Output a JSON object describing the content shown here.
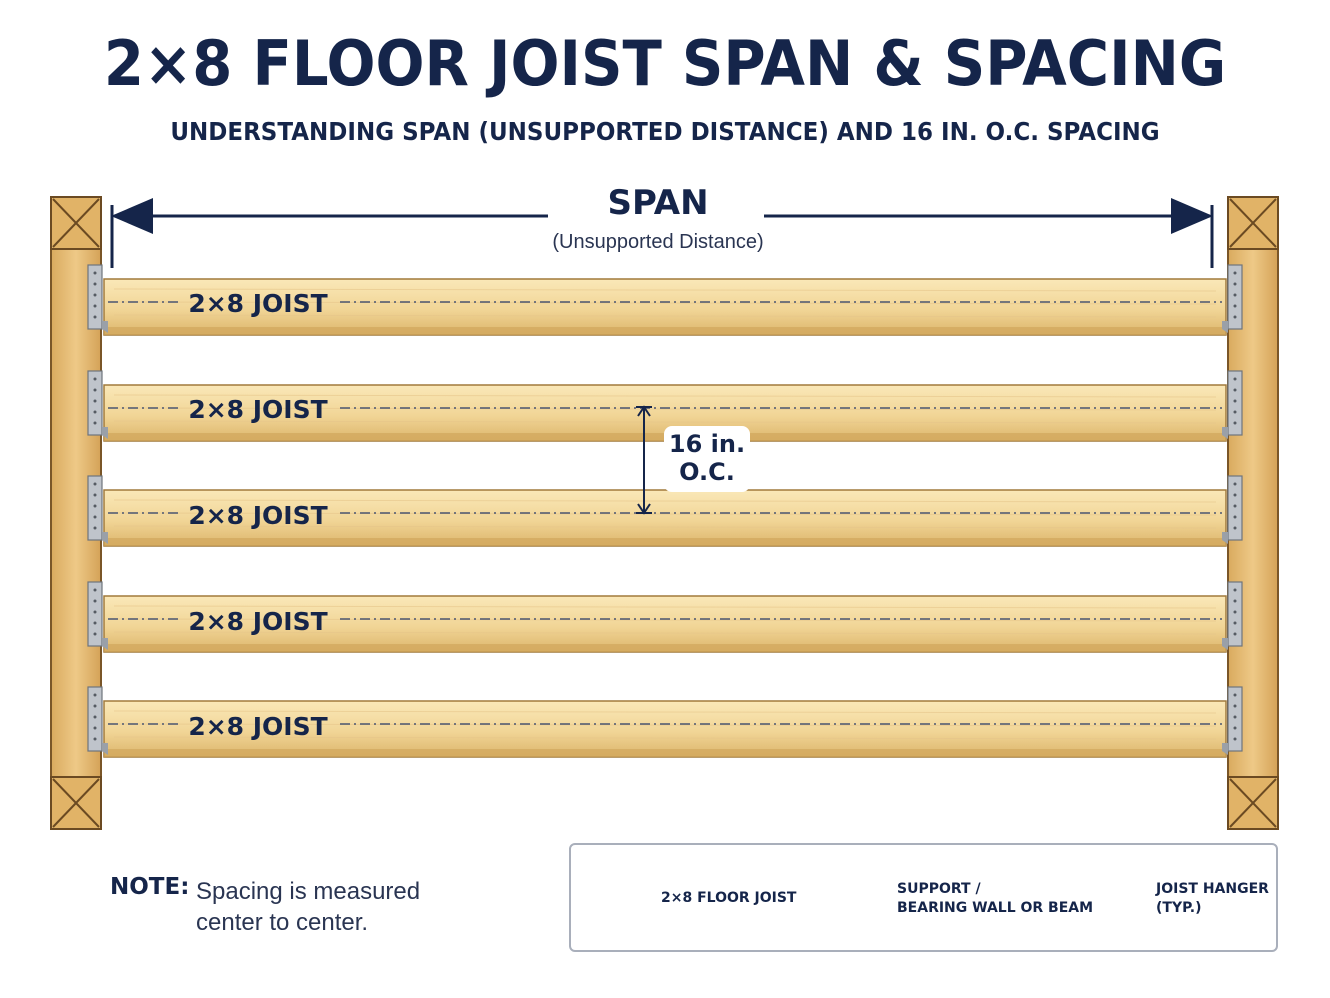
{
  "title": "2×8 FLOOR JOIST SPAN & SPACING",
  "subtitle": "UNDERSTANDING SPAN (UNSUPPORTED DISTANCE) AND 16 IN. O.C. SPACING",
  "span": {
    "label": "SPAN",
    "sublabel": "(Unsupported Distance)"
  },
  "joists": [
    {
      "label": "2×8 JOIST"
    },
    {
      "label": "2×8 JOIST"
    },
    {
      "label": "2×8 JOIST"
    },
    {
      "label": "2×8 JOIST"
    },
    {
      "label": "2×8 JOIST"
    }
  ],
  "spacing": {
    "line1": "16 in.",
    "line2": "O.C."
  },
  "note": {
    "key": "NOTE:",
    "line1": "Spacing is measured",
    "line2": "center to center."
  },
  "legend": {
    "joist": "2×8 FLOOR JOIST",
    "support_line1": "SUPPORT /",
    "support_line2": "BEARING WALL OR BEAM",
    "hanger_line1": "JOIST HANGER",
    "hanger_line2": "(TYP.)"
  },
  "colors": {
    "navy": "#15254a",
    "wood_light": "#f6dfa6",
    "wood_mid": "#e8c47a",
    "wood_dark": "#c9a055",
    "support": "#e3b870",
    "metal": "#b9bec6"
  },
  "icons": {
    "joist": "wood-board-icon",
    "support": "crossed-post-icon",
    "hanger": "joist-hanger-icon"
  }
}
